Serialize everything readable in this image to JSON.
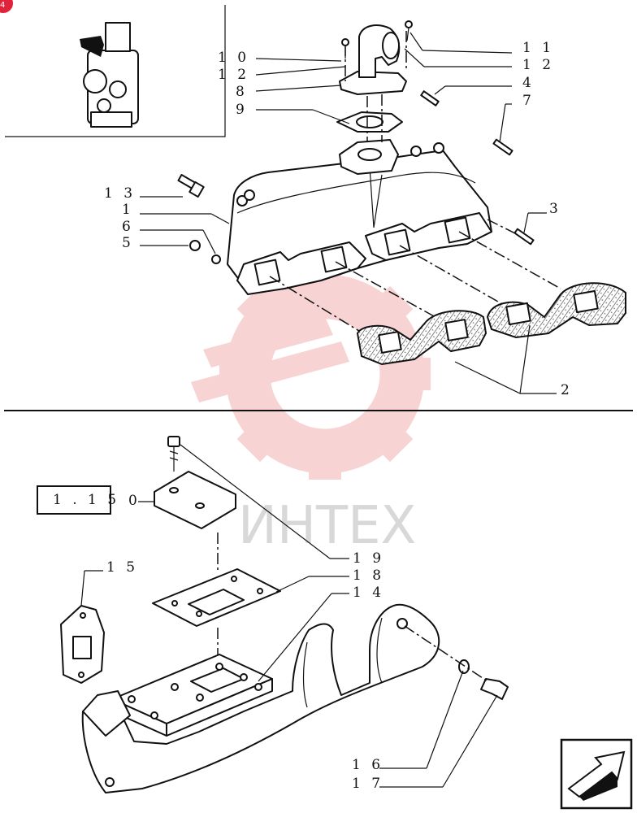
{
  "colors": {
    "watermark": "#f4b0b0",
    "ink": "#111111",
    "corner_badge": "#e2223a"
  },
  "watermark": {
    "text": "ИНТЕХ"
  },
  "ref_box": {
    "text": "1 . 1 5",
    "suffix": "0"
  },
  "callouts_top": [
    "1 0",
    "1 2",
    "8",
    "9",
    "1 1",
    "1 2",
    "4",
    "7",
    "1 3",
    "1",
    "6",
    "5",
    "3",
    "2"
  ],
  "callouts_bottom": [
    "1 9",
    "1 5",
    "1 8",
    "1 4",
    "1 6",
    "1 7"
  ],
  "icons": [
    "engine-thumbnail-icon",
    "next-page-arrow-icon",
    "corner-badge-icon"
  ]
}
